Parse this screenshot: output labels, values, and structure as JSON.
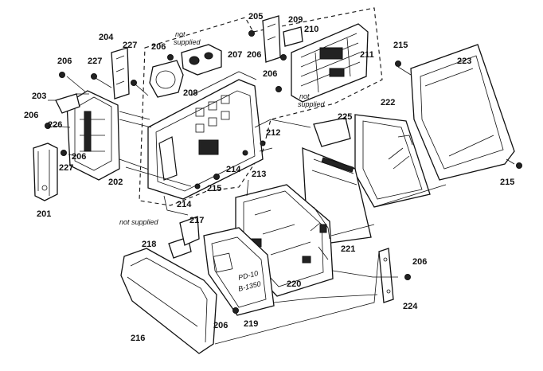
{
  "callouts": {
    "p201": "201",
    "p202": "202",
    "p203": "203",
    "p204": "204",
    "p205": "205",
    "p206": "206",
    "p207": "207",
    "p208": "208",
    "p209": "209",
    "p210": "210",
    "p211": "211",
    "p212": "212",
    "p213": "213",
    "p214": "214",
    "p215": "215",
    "p216": "216",
    "p217": "217",
    "p218": "218",
    "p219": "219",
    "p220": "220",
    "p221": "221",
    "p222": "222",
    "p223": "223",
    "p224": "224",
    "p225": "225",
    "p226": "226",
    "p227": "227"
  },
  "notes": {
    "not_supplied": "not supplied",
    "not": "not",
    "supplied": "supplied"
  },
  "board_marks": {
    "mark1": "PD-10",
    "mark2": "B-1350"
  }
}
